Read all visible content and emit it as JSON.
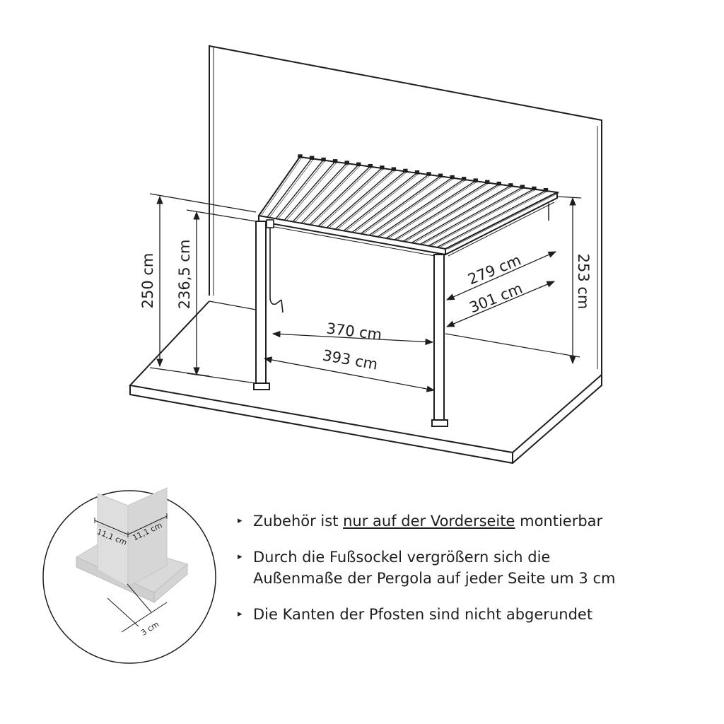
{
  "dimensions": {
    "height_outer": "250 cm",
    "height_inner": "236,5 cm",
    "height_wall": "253 cm",
    "width_inner": "370 cm",
    "width_outer": "393 cm",
    "depth_inner": "279 cm",
    "depth_outer": "301 cm"
  },
  "detail": {
    "post_width_left": "11,1 cm",
    "post_width_right": "11,1 cm",
    "base_offset": "3 cm"
  },
  "notes": {
    "note1_pre": "Zubehör ist ",
    "note1_underlined": "nur auf der Vorderseite",
    "note1_post": " montierbar",
    "note2_line1": "Durch die Fußsockel vergrößern sich die",
    "note2_line2": "Außenmaße der Pergola auf jeder Seite um 3 cm",
    "note3": "Die Kanten der Pfosten sind nicht abgerundet"
  },
  "colors": {
    "line": "#1e1e1e",
    "detail_fill": "#dcdcdc",
    "background": "#ffffff"
  },
  "icons": {
    "bullet": "▸"
  }
}
